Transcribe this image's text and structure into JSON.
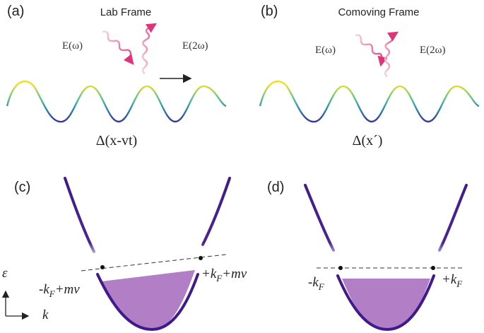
{
  "panels": {
    "a": {
      "tag": "(a)",
      "title": "Lab Frame",
      "e_in": "E(ω)",
      "e_out": "E(2ω)",
      "gap": "Δ(x-vt)"
    },
    "b": {
      "tag": "(b)",
      "title": "Comoving Frame",
      "e_in": "E(ω)",
      "e_out": "E(2ω)",
      "gap": "Δ(x´)"
    },
    "c": {
      "tag": "(c)",
      "left_point": "-k_F+mv",
      "right_point": "+k_F+mv"
    },
    "d": {
      "tag": "(d)",
      "left_point": "-k_F",
      "right_point": "+k_F"
    }
  },
  "axes": {
    "y": "ε",
    "x": "k"
  },
  "colors": {
    "band": "#3f1a8a",
    "fill": "#b27fc6",
    "photon_in": "#e0337a",
    "photon_out": "#e0337a",
    "wave_peak": "#e6dc2a",
    "wave_trough": "#3e2e8f"
  }
}
